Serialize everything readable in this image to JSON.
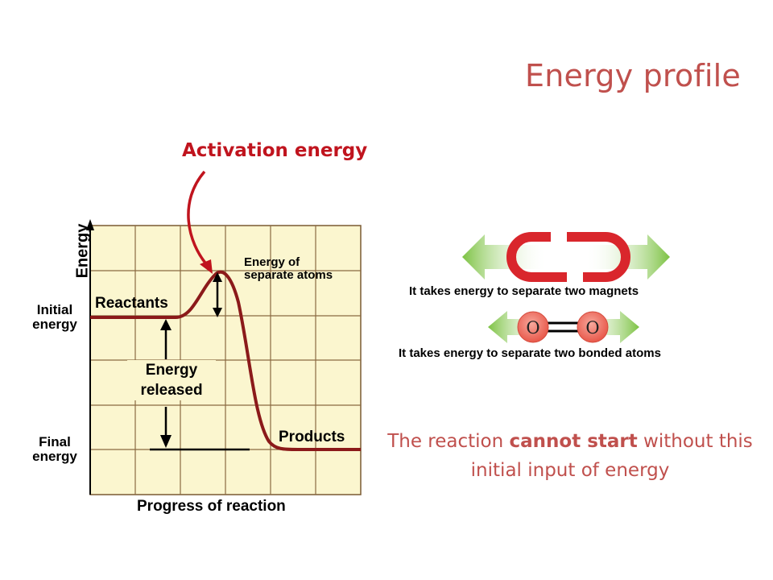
{
  "slide": {
    "title": "Energy profile",
    "activation_label": "Activation energy",
    "footer_pre": "The reaction ",
    "footer_bold": "cannot start",
    "footer_post": " without this initial input of energy"
  },
  "diagram": {
    "y_axis_label": "Energy",
    "x_axis_label": "Progress of reaction",
    "initial_energy_line1": "Initial",
    "initial_energy_line2": "energy",
    "final_energy_line1": "Final",
    "final_energy_line2": "energy",
    "reactants_label": "Reactants",
    "products_label": "Products",
    "separate_atoms_line1": "Energy of",
    "separate_atoms_line2": "separate atoms",
    "released_line1": "Energy",
    "released_line2": "released",
    "grid_color": "#fbf6cf",
    "curve_color": "#8b1a1a"
  },
  "illustrations": {
    "magnets_caption": "It takes energy to separate two magnets",
    "atoms_caption": "It takes energy to separate two bonded atoms",
    "atom_left": "O",
    "atom_right": "O",
    "arrow_color": "#7cc242",
    "magnet_color": "#d9262c",
    "atom_color": "#f07b6b"
  }
}
